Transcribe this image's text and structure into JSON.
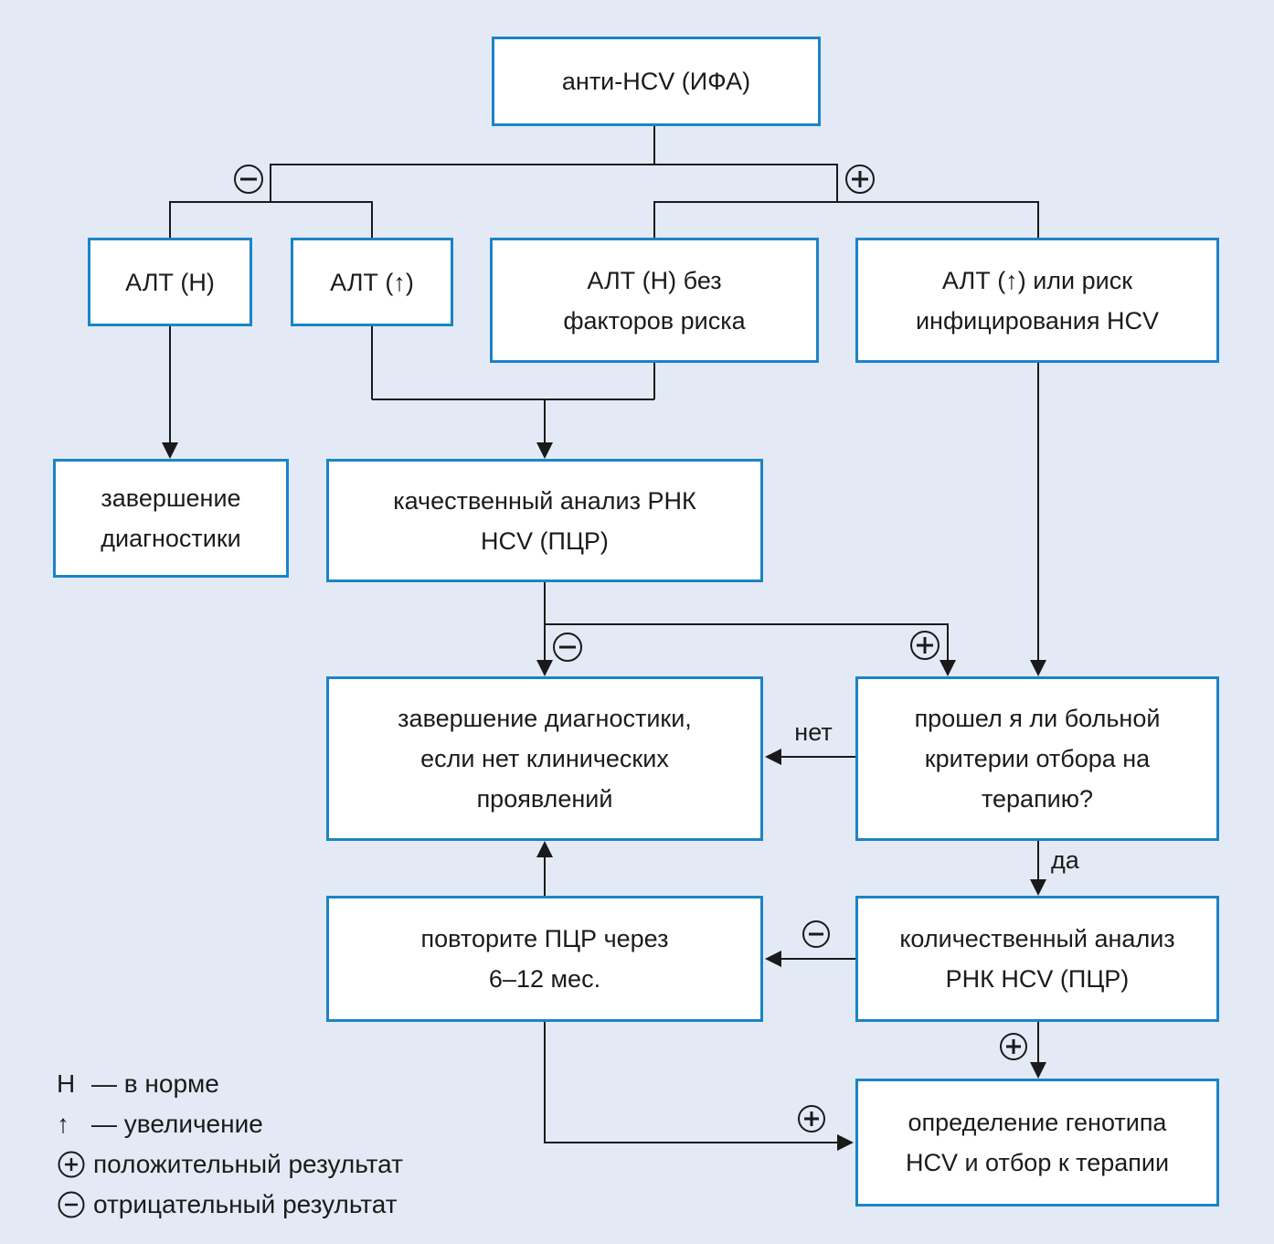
{
  "diagram": {
    "title_box": "анти-HCV (ИФА)",
    "colors": {
      "background": "#e3eaf5",
      "box_border": "#1b84c5",
      "line": "#1a1a1a",
      "box_fill": "#ffffff"
    },
    "boxes": {
      "anti_hcv": {
        "lines": [
          "анти-HCV (ИФА)"
        ]
      },
      "alt_n": {
        "lines": [
          "АЛТ (Н)"
        ]
      },
      "alt_up": {
        "lines": [
          "АЛТ (↑)"
        ]
      },
      "alt_n_no_risk": {
        "lines": [
          "АЛТ (Н) без",
          "факторов риска"
        ]
      },
      "alt_up_risk": {
        "lines": [
          "АЛТ (↑) или риск",
          "инфицирования HCV"
        ]
      },
      "end_diagnostics": {
        "lines": [
          "завершение",
          "диагностики"
        ]
      },
      "qualitative_pcr": {
        "lines": [
          "качественный анализ РНК",
          "HCV (ПЦР)"
        ]
      },
      "end_diagnostics_no_clinical": {
        "lines": [
          "завершение диагностики,",
          "если нет клинических",
          "проявлений"
        ]
      },
      "therapy_criteria": {
        "lines": [
          "прошел я ли больной",
          "критерии отбора на",
          "терапию?"
        ]
      },
      "repeat_pcr": {
        "lines": [
          "повторите ПЦР через",
          "6–12 мес."
        ]
      },
      "quantitative_pcr": {
        "lines": [
          "количественный анализ",
          "РНК HCV (ПЦР)"
        ]
      },
      "genotype": {
        "lines": [
          "определение генотипа",
          "HCV и отбор к терапии"
        ]
      }
    },
    "edge_labels": {
      "no": "нет",
      "yes": "да"
    },
    "legend": {
      "items": [
        {
          "symbol": "Н",
          "text": "— в норме"
        },
        {
          "symbol": "↑",
          "text": "— увеличение"
        },
        {
          "icon": "plus-circle-icon",
          "text": "положительный результат"
        },
        {
          "icon": "minus-circle-icon",
          "text": "отрицательный результат"
        }
      ]
    }
  }
}
